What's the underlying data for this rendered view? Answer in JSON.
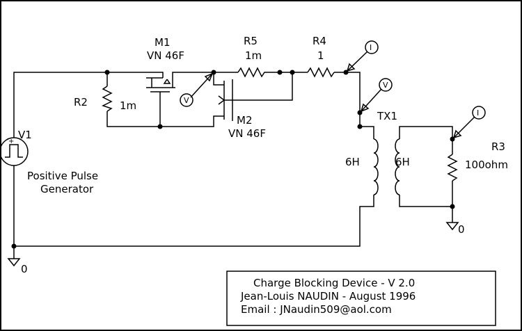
{
  "components": {
    "m1": {
      "ref": "M1",
      "value": "VN 46F"
    },
    "m2": {
      "ref": "M2",
      "value": "VN 46F"
    },
    "r5": {
      "ref": "R5",
      "value": "1m"
    },
    "r4": {
      "ref": "R4",
      "value": "1"
    },
    "r2": {
      "ref": "R2",
      "value": "1m"
    },
    "r3": {
      "ref": "R3",
      "value": "100ohm"
    },
    "v1": {
      "ref": "V1",
      "desc_line1": "Positive Pulse",
      "desc_line2": "Generator"
    },
    "tx1": {
      "ref": "TX1",
      "primary": "6H",
      "secondary": "6H"
    }
  },
  "probes": {
    "current_r4": "I",
    "voltage_gate": "V",
    "voltage_tx": "V",
    "current_r3": "I"
  },
  "grounds": {
    "left": "0",
    "right": "0"
  },
  "title_block": {
    "line1": "Charge Blocking Device - V 2.0",
    "line2": "Jean-Louis NAUDIN - August 1996",
    "line3": "Email : JNaudin509@aol.com"
  }
}
